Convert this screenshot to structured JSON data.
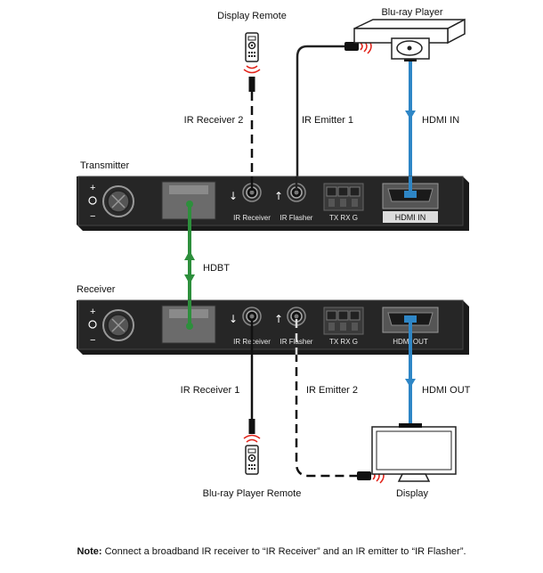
{
  "labels": {
    "display_remote": "Display Remote",
    "bluray_player": "Blu-ray Player",
    "ir_receiver_2": "IR Receiver 2",
    "ir_emitter_1": "IR Emitter 1",
    "hdmi_in": "HDMI IN",
    "transmitter": "Transmitter",
    "hdbt": "HDBT",
    "receiver": "Receiver",
    "ir_receiver_1": "IR Receiver 1",
    "ir_emitter_2": "IR Emitter 2",
    "hdmi_out": "HDMI OUT",
    "bluray_remote": "Blu-ray Player Remote",
    "display": "Display"
  },
  "panel": {
    "ir_receiver": "IR Receiver",
    "ir_flasher": "IR Flasher",
    "tx_rx_g": "TX RX G",
    "tx_hdmi": "HDMI IN",
    "rx_hdmi": "HDMI OUT"
  },
  "note": {
    "prefix": "Note:",
    "text": "Connect a broadband IR receiver to “IR Receiver” and an IR emitter to “IR Flasher”."
  },
  "colors": {
    "hdmi_cable": "#2e86c6",
    "hdbt_cable": "#2d8f3c",
    "ir_signal": "#e2231a",
    "device_body": "#1a1a1a"
  }
}
